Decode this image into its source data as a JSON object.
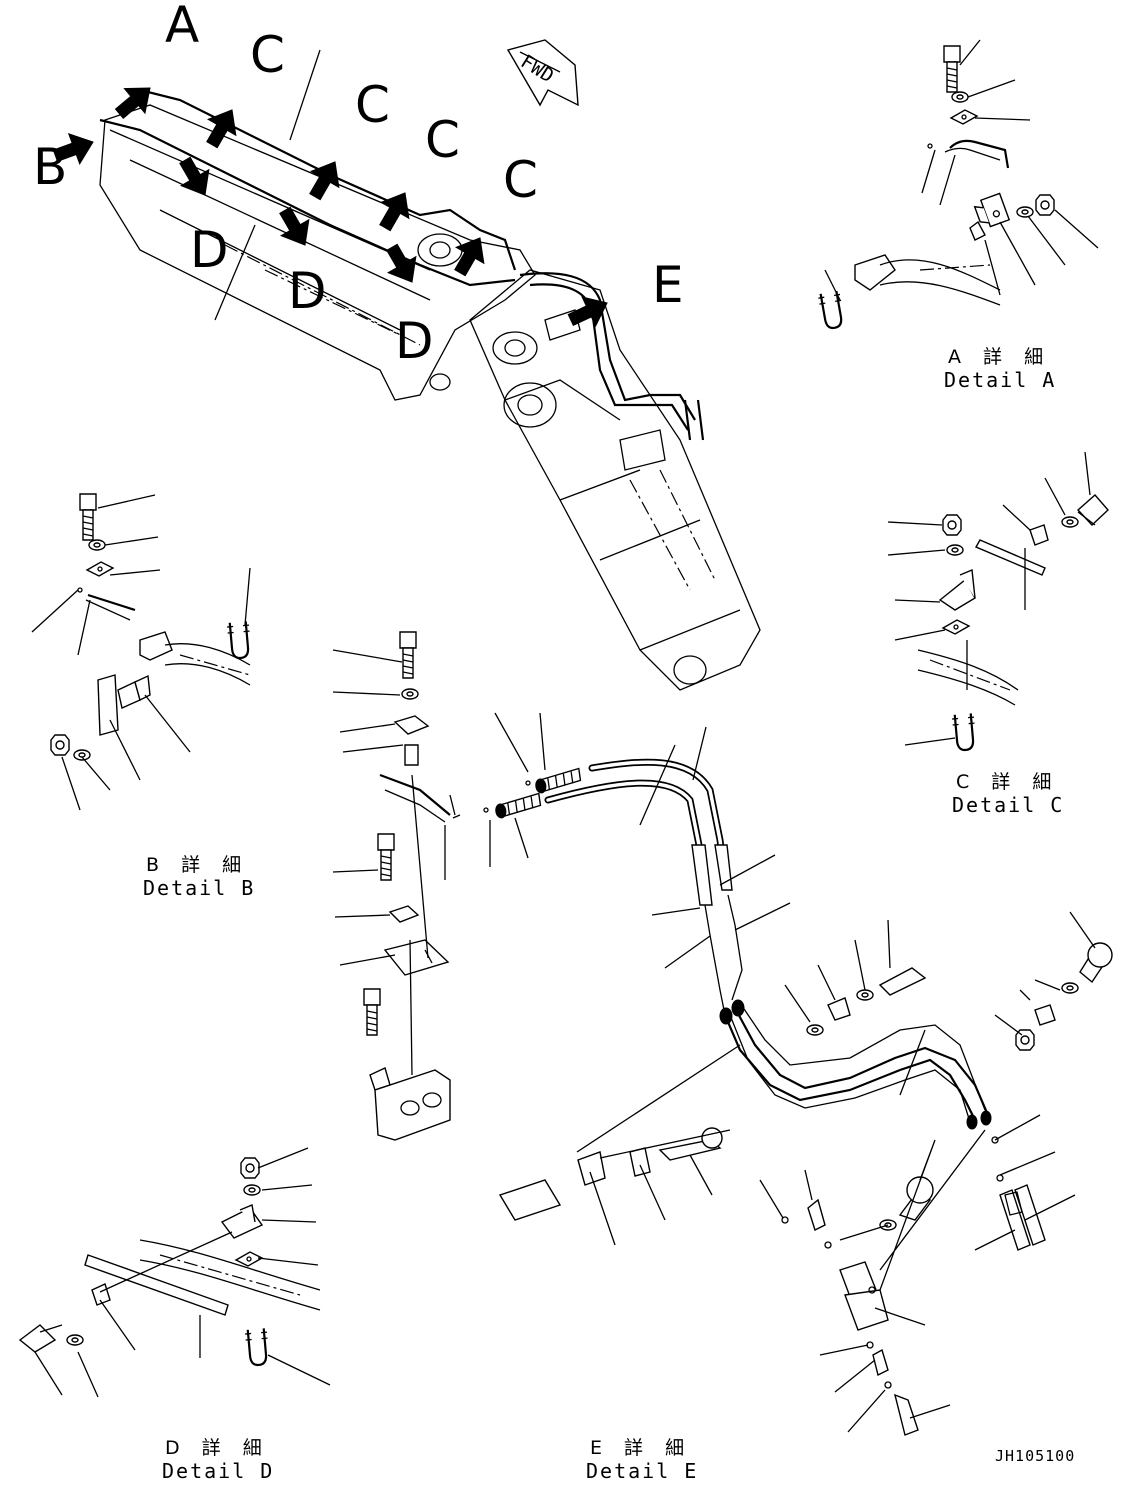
{
  "view_letters": {
    "a": "A",
    "b": "B",
    "c1": "C",
    "c2": "C",
    "c3": "C",
    "c4": "C",
    "d1": "D",
    "d2": "D",
    "d3": "D",
    "e": "E"
  },
  "fwd_label": "FWD",
  "details": {
    "a": {
      "jp": "A 詳 細",
      "en": "Detail A"
    },
    "b": {
      "jp": "B 詳 細",
      "en": "Detail B"
    },
    "c": {
      "jp": "C 詳 細",
      "en": "Detail C"
    },
    "d": {
      "jp": "D 詳 細",
      "en": "Detail D"
    },
    "e": {
      "jp": "E 詳 細",
      "en": "Detail E"
    }
  },
  "drawing_code": "JH105100"
}
